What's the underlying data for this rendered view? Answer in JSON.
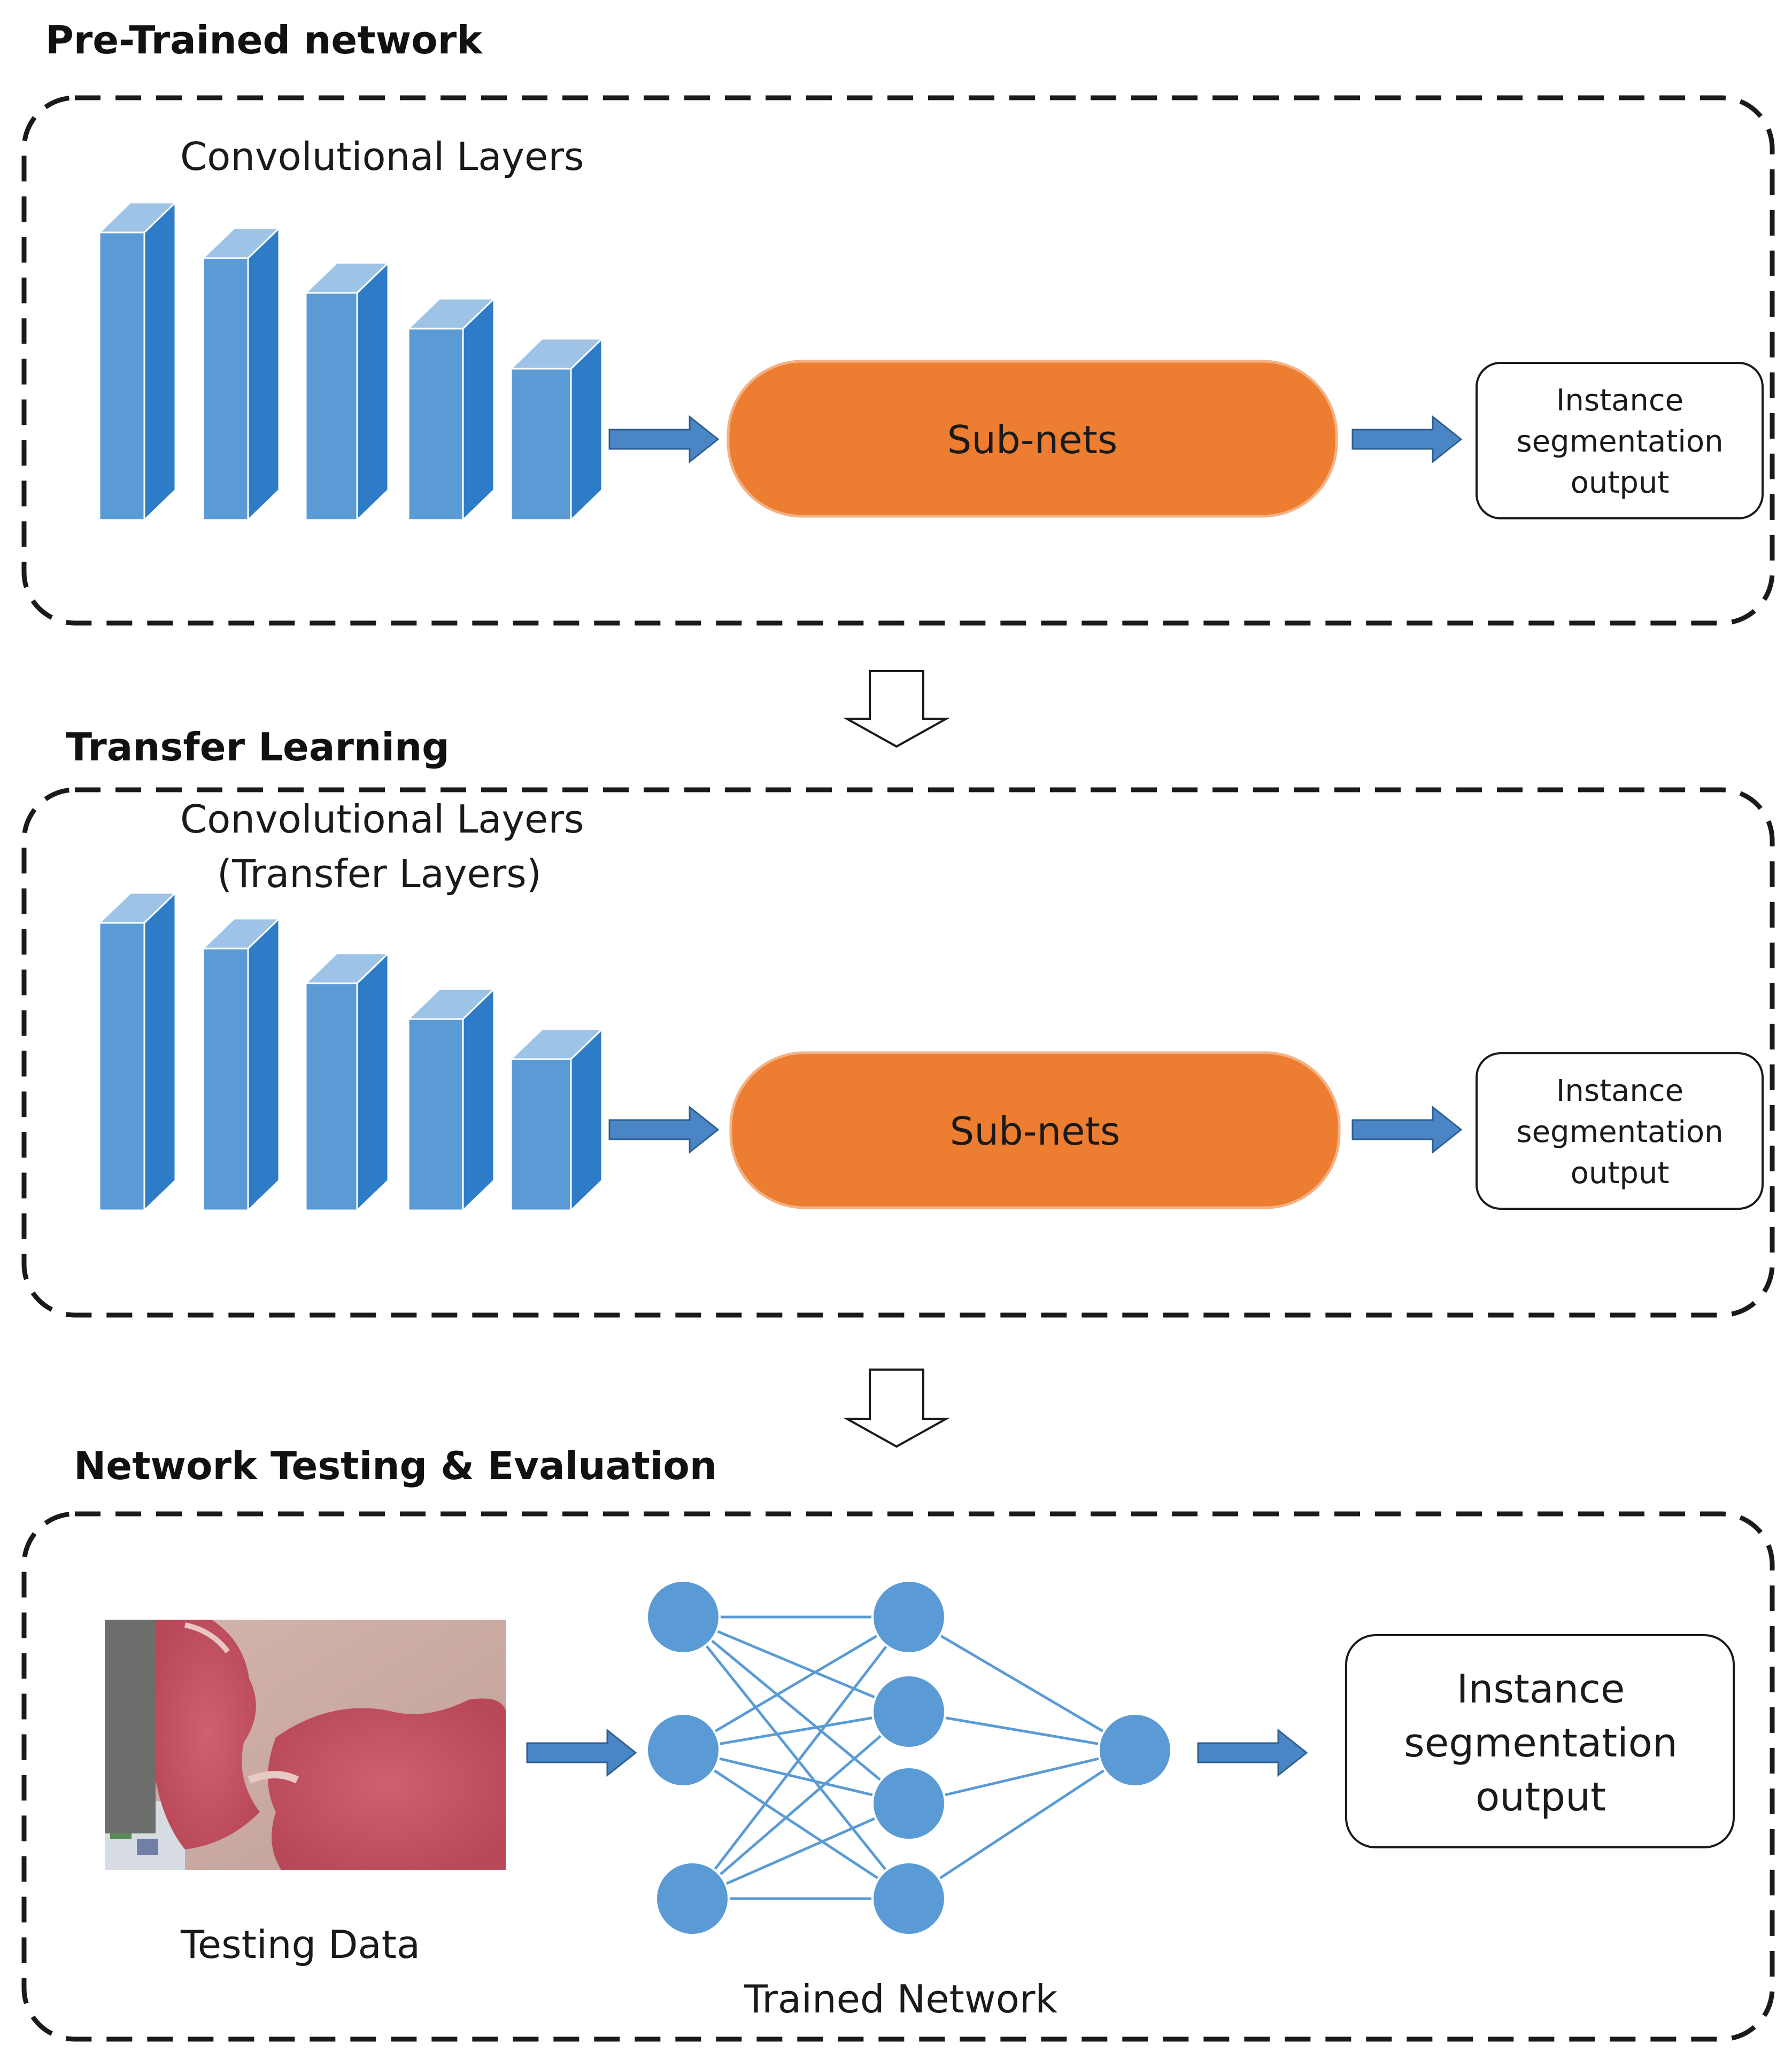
{
  "sections": {
    "pretrained": {
      "title": "Pre-Trained network",
      "conv_label": "Convolutional Layers",
      "subnets_label": "Sub-nets",
      "output_lines": [
        "Instance",
        "segmentation",
        "output"
      ]
    },
    "transfer": {
      "title": "Transfer Learning",
      "conv_label_line1": "Convolutional Layers",
      "conv_label_line2": "(Transfer Layers)",
      "subnets_label": "Sub-nets",
      "output_lines": [
        "Instance",
        "segmentation",
        "output"
      ]
    },
    "testing": {
      "title": "Network Testing & Evaluation",
      "testing_data_label": "Testing Data",
      "trained_network_label": "Trained Network",
      "output_lines": [
        "Instance",
        "segmentation",
        "output"
      ]
    }
  },
  "colors": {
    "conv_front": "#5B9BD5",
    "conv_side": "#2E7CC7",
    "conv_top": "#9DC3E6",
    "subnets_fill": "#ED7D31",
    "arrow_fill": "#4A86C5",
    "network_node": "#5B9BD5",
    "skin": "#C9A7A0",
    "lesion": "#C24E5E"
  },
  "network": {
    "layers": [
      3,
      4,
      1
    ],
    "connectivity": "fully-connected"
  }
}
